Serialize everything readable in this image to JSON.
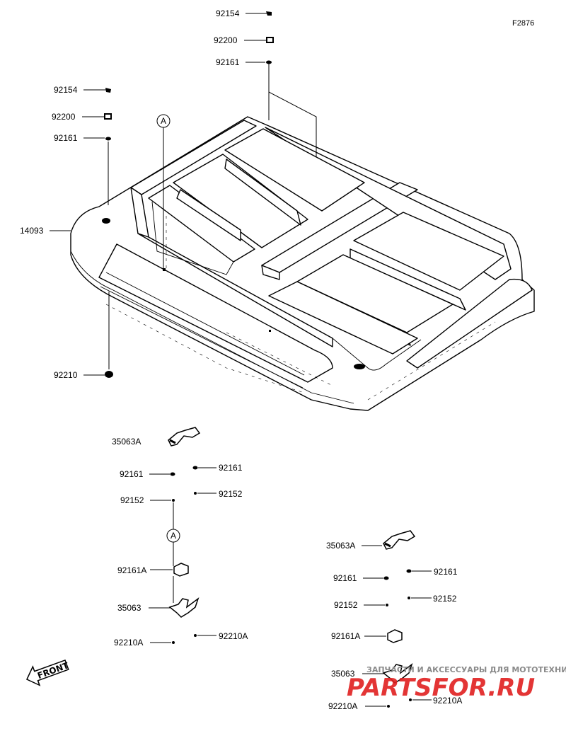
{
  "figure_id": "F2876",
  "callouts": {
    "top_92154": "92154",
    "top_92200": "92200",
    "top_92161": "92161",
    "left_92154": "92154",
    "left_92200": "92200",
    "left_92161": "92161",
    "left_14093": "14093",
    "left_92210": "92210",
    "ref_a_top": "A",
    "ref_a_bottom": "A"
  },
  "group_left": {
    "p35063A": "35063A",
    "p92161_l": "92161",
    "p92161_r": "92161",
    "p92152_l": "92152",
    "p92152_r": "92152",
    "p92161A": "92161A",
    "p35063": "35063",
    "p92210A_l": "92210A",
    "p92210A_r": "92210A"
  },
  "group_right": {
    "p35063A": "35063A",
    "p92161_l": "92161",
    "p92161_r": "92161",
    "p92152_l": "92152",
    "p92152_r": "92152",
    "p92161A": "92161A",
    "p35063": "35063",
    "p92210A_l": "92210A",
    "p92210A_r": "92210A"
  },
  "front_label": "FRONT",
  "watermark": {
    "tagline": "ЗАПЧАСТИ И АКСЕССУАРЫ ДЛЯ МОТОТЕХНИКИ",
    "brand": "PARTSFOR.RU"
  },
  "colors": {
    "line": "#000000",
    "background": "#ffffff",
    "watermark_brand": "#e02020",
    "watermark_tagline": "#8a8a8a"
  }
}
